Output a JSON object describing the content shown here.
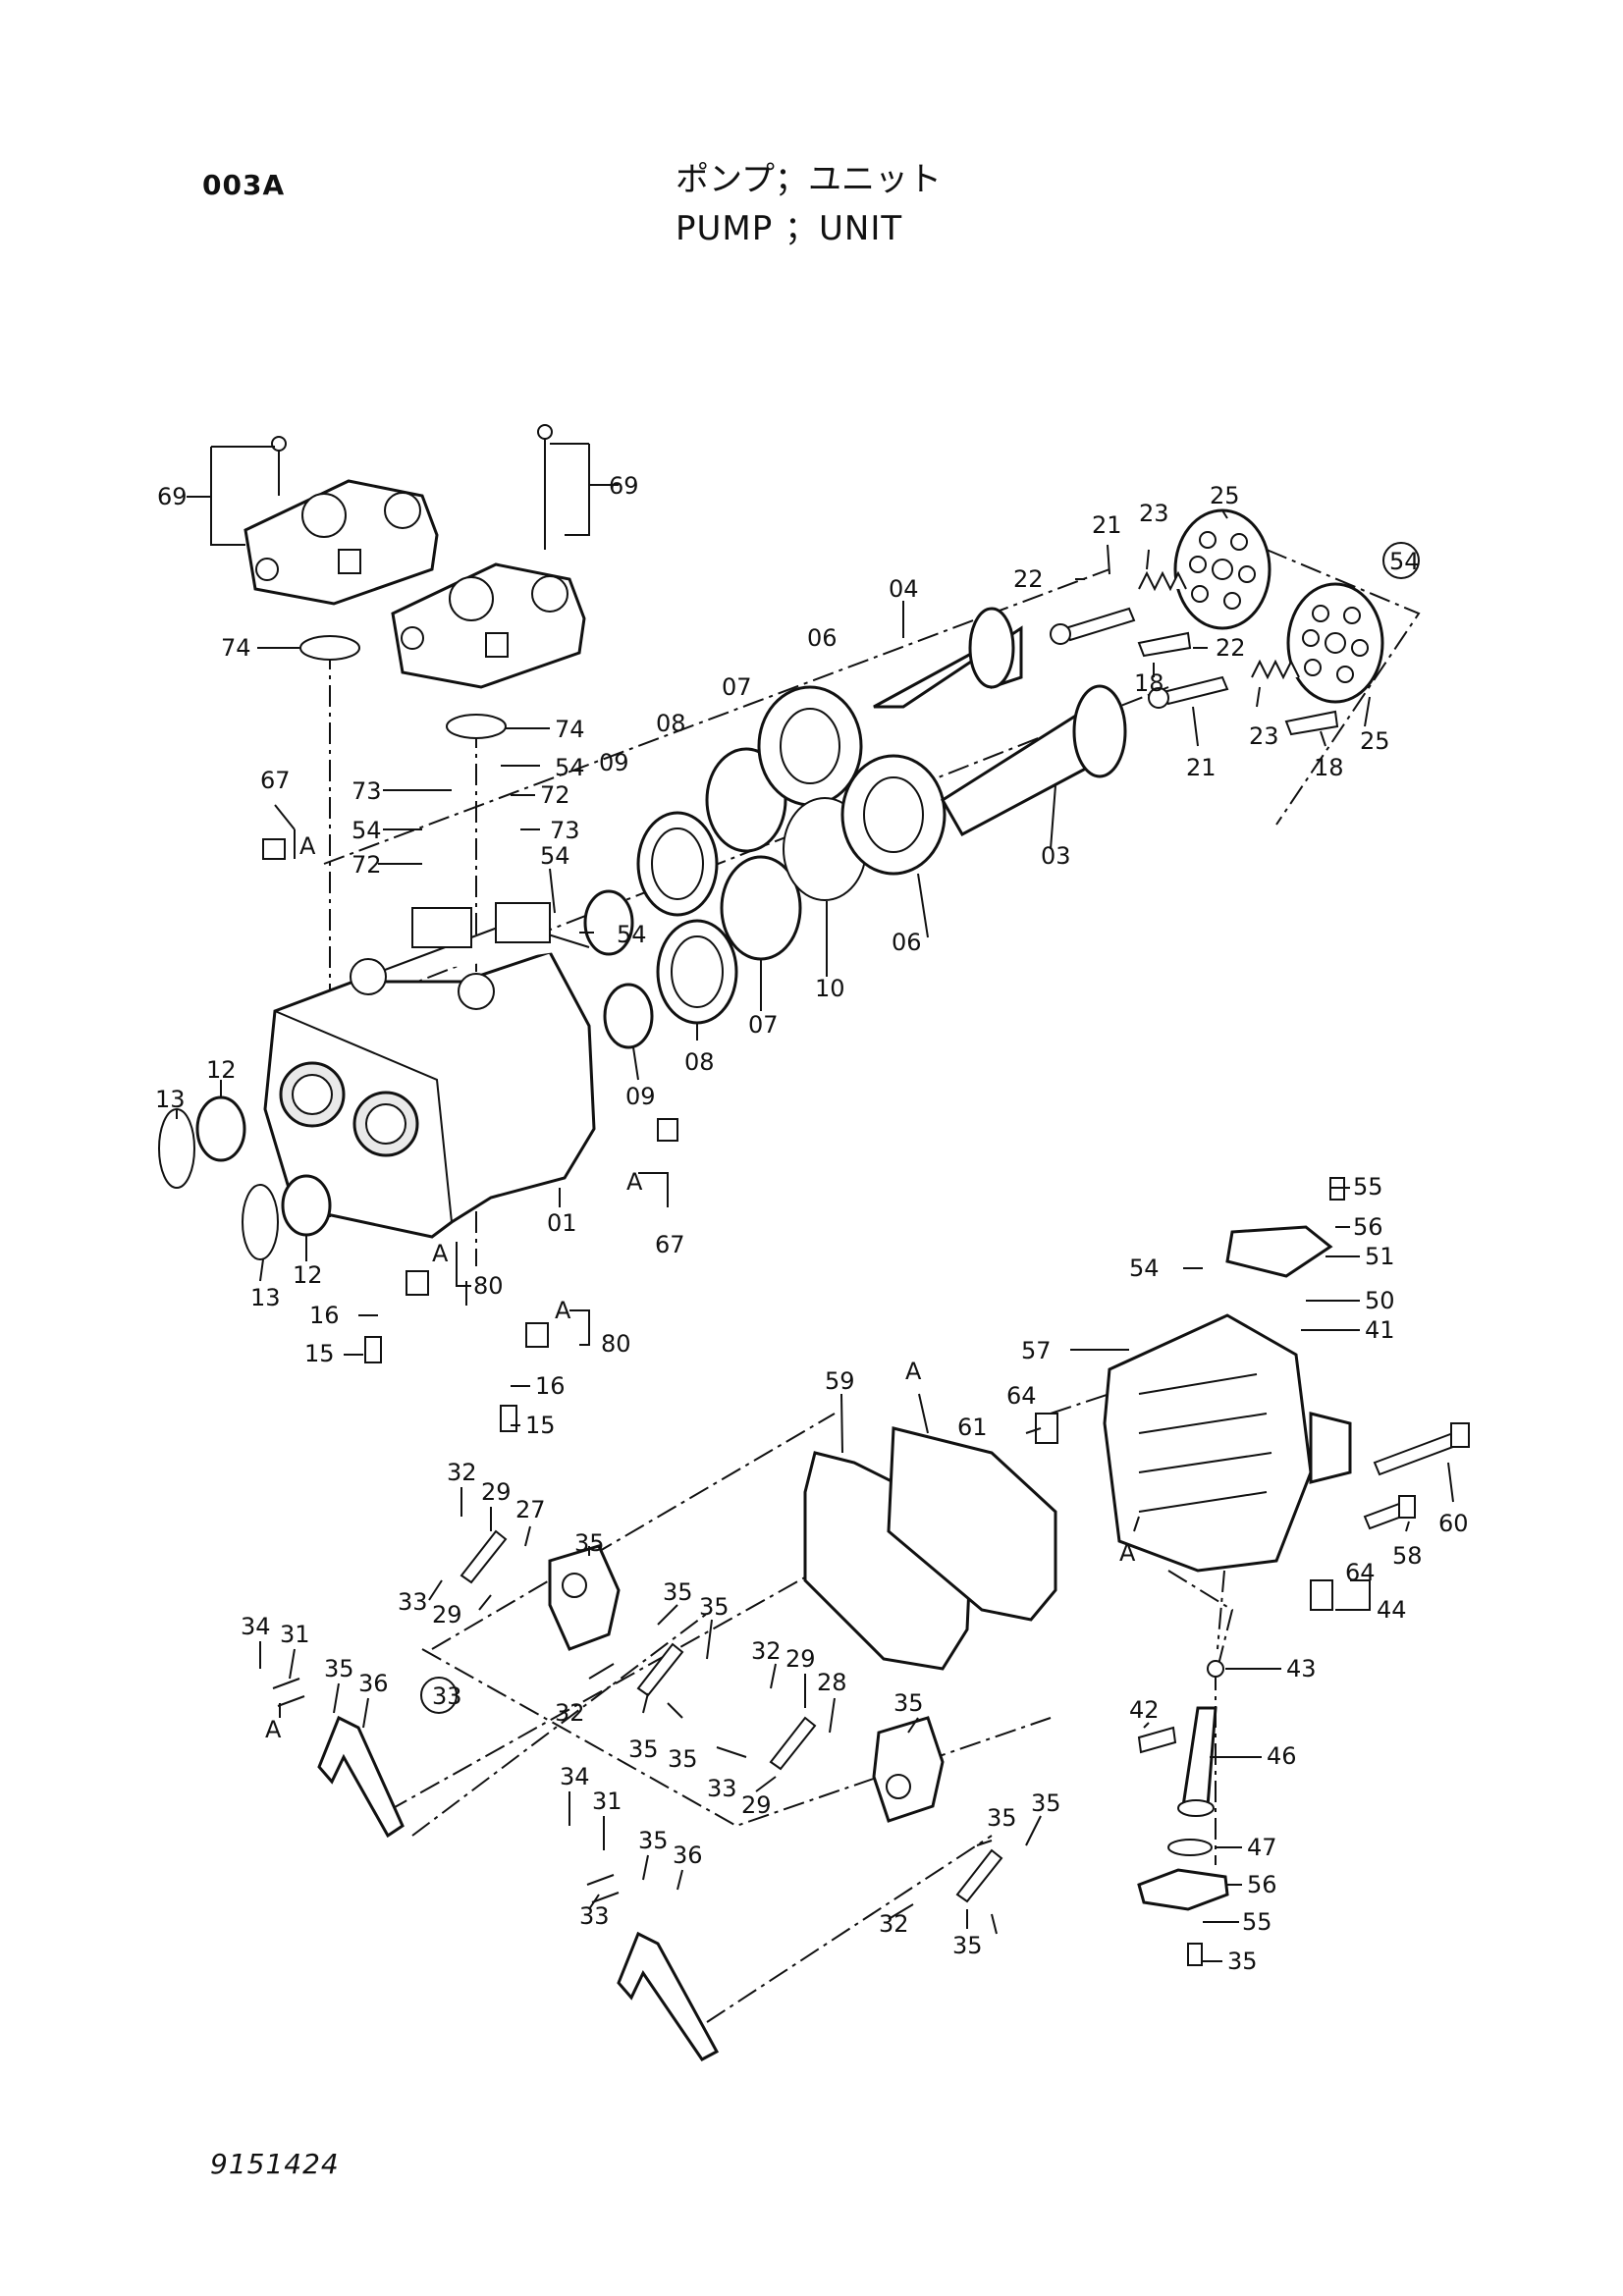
{
  "header": {
    "page_code": "003A",
    "title_jp": "ポンプ；ユニット",
    "title_en": "PUMP ；UNIT"
  },
  "footer": {
    "drawing_number": "9151424"
  },
  "callouts": [
    {
      "id": "c69a",
      "text": "69"
    },
    {
      "id": "c69b",
      "text": "69"
    },
    {
      "id": "c74a",
      "text": "74"
    },
    {
      "id": "c74b",
      "text": "74"
    },
    {
      "id": "c25a",
      "text": "25"
    },
    {
      "id": "c23a",
      "text": "23"
    },
    {
      "id": "c21a",
      "text": "21"
    },
    {
      "id": "c22a",
      "text": "22"
    },
    {
      "id": "c04",
      "text": "04"
    },
    {
      "id": "c18a",
      "text": "18"
    },
    {
      "id": "c22b",
      "text": "22"
    },
    {
      "id": "c06a",
      "text": "06"
    },
    {
      "id": "c07a",
      "text": "07"
    },
    {
      "id": "c08a",
      "text": "08"
    },
    {
      "id": "c09a",
      "text": "09"
    },
    {
      "id": "c23b",
      "text": "23"
    },
    {
      "id": "c21b",
      "text": "21"
    },
    {
      "id": "c18b",
      "text": "18"
    },
    {
      "id": "c25b",
      "text": "25"
    },
    {
      "id": "c03",
      "text": "03"
    },
    {
      "id": "c54a",
      "text": "54"
    },
    {
      "id": "c73a",
      "text": "73"
    },
    {
      "id": "c72a",
      "text": "72"
    },
    {
      "id": "c54b",
      "text": "54"
    },
    {
      "id": "c73b",
      "text": "73"
    },
    {
      "id": "c72b",
      "text": "72"
    },
    {
      "id": "c54c",
      "text": "54"
    },
    {
      "id": "c54d",
      "text": "54"
    },
    {
      "id": "c67a",
      "text": "67"
    },
    {
      "id": "cAa",
      "text": "A"
    },
    {
      "id": "c06b",
      "text": "06"
    },
    {
      "id": "c10",
      "text": "10"
    },
    {
      "id": "c07b",
      "text": "07"
    },
    {
      "id": "c08b",
      "text": "08"
    },
    {
      "id": "c09b",
      "text": "09"
    },
    {
      "id": "c12a",
      "text": "12"
    },
    {
      "id": "c13a",
      "text": "13"
    },
    {
      "id": "c12b",
      "text": "12"
    },
    {
      "id": "c13b",
      "text": "13"
    },
    {
      "id": "c01",
      "text": "01"
    },
    {
      "id": "cAb",
      "text": "A"
    },
    {
      "id": "c67b",
      "text": "67"
    },
    {
      "id": "cAc",
      "text": "A"
    },
    {
      "id": "c80a",
      "text": "80"
    },
    {
      "id": "c16a",
      "text": "16"
    },
    {
      "id": "c15a",
      "text": "15"
    },
    {
      "id": "cAd",
      "text": "A"
    },
    {
      "id": "c80b",
      "text": "80"
    },
    {
      "id": "c16b",
      "text": "16"
    },
    {
      "id": "c15b",
      "text": "15"
    },
    {
      "id": "c55a",
      "text": "55"
    },
    {
      "id": "c56a",
      "text": "56"
    },
    {
      "id": "c51",
      "text": "51"
    },
    {
      "id": "c54e",
      "text": "54"
    },
    {
      "id": "c50",
      "text": "50"
    },
    {
      "id": "c54f",
      "text": "54"
    },
    {
      "id": "c41",
      "text": "41"
    },
    {
      "id": "c57",
      "text": "57"
    },
    {
      "id": "c59",
      "text": "59"
    },
    {
      "id": "cAe",
      "text": "A"
    },
    {
      "id": "c64a",
      "text": "64"
    },
    {
      "id": "c61",
      "text": "61"
    },
    {
      "id": "c60",
      "text": "60"
    },
    {
      "id": "c58",
      "text": "58"
    },
    {
      "id": "cAf",
      "text": "A"
    },
    {
      "id": "c64b",
      "text": "64"
    },
    {
      "id": "c44",
      "text": "44"
    },
    {
      "id": "c43",
      "text": "43"
    },
    {
      "id": "c42",
      "text": "42"
    },
    {
      "id": "c46",
      "text": "46"
    },
    {
      "id": "c47",
      "text": "47"
    },
    {
      "id": "c56b",
      "text": "56"
    },
    {
      "id": "c55b",
      "text": "55"
    },
    {
      "id": "c35a",
      "text": "35"
    },
    {
      "id": "c32a",
      "text": "32"
    },
    {
      "id": "c29a",
      "text": "29"
    },
    {
      "id": "c27",
      "text": "27"
    },
    {
      "id": "c35b",
      "text": "35"
    },
    {
      "id": "c33a",
      "text": "33"
    },
    {
      "id": "c29b",
      "text": "29"
    },
    {
      "id": "c35c",
      "text": "35"
    },
    {
      "id": "c35d",
      "text": "35"
    },
    {
      "id": "c34a",
      "text": "34"
    },
    {
      "id": "c31a",
      "text": "31"
    },
    {
      "id": "c35e",
      "text": "35"
    },
    {
      "id": "c36a",
      "text": "36"
    },
    {
      "id": "cAg",
      "text": "A"
    },
    {
      "id": "c33b",
      "text": "33"
    },
    {
      "id": "c32b",
      "text": "32"
    },
    {
      "id": "c35f",
      "text": "35"
    },
    {
      "id": "c35g",
      "text": "35"
    },
    {
      "id": "c32c",
      "text": "32"
    },
    {
      "id": "c29c",
      "text": "29"
    },
    {
      "id": "c28",
      "text": "28"
    },
    {
      "id": "c35h",
      "text": "35"
    },
    {
      "id": "c33c",
      "text": "33"
    },
    {
      "id": "c29d",
      "text": "29"
    },
    {
      "id": "c35i",
      "text": "35"
    },
    {
      "id": "c35j",
      "text": "35"
    },
    {
      "id": "c34b",
      "text": "34"
    },
    {
      "id": "c31b",
      "text": "31"
    },
    {
      "id": "c35k",
      "text": "35"
    },
    {
      "id": "c36b",
      "text": "36"
    },
    {
      "id": "c33d",
      "text": "33"
    },
    {
      "id": "c32d",
      "text": "32"
    },
    {
      "id": "c35l",
      "text": "35"
    }
  ]
}
